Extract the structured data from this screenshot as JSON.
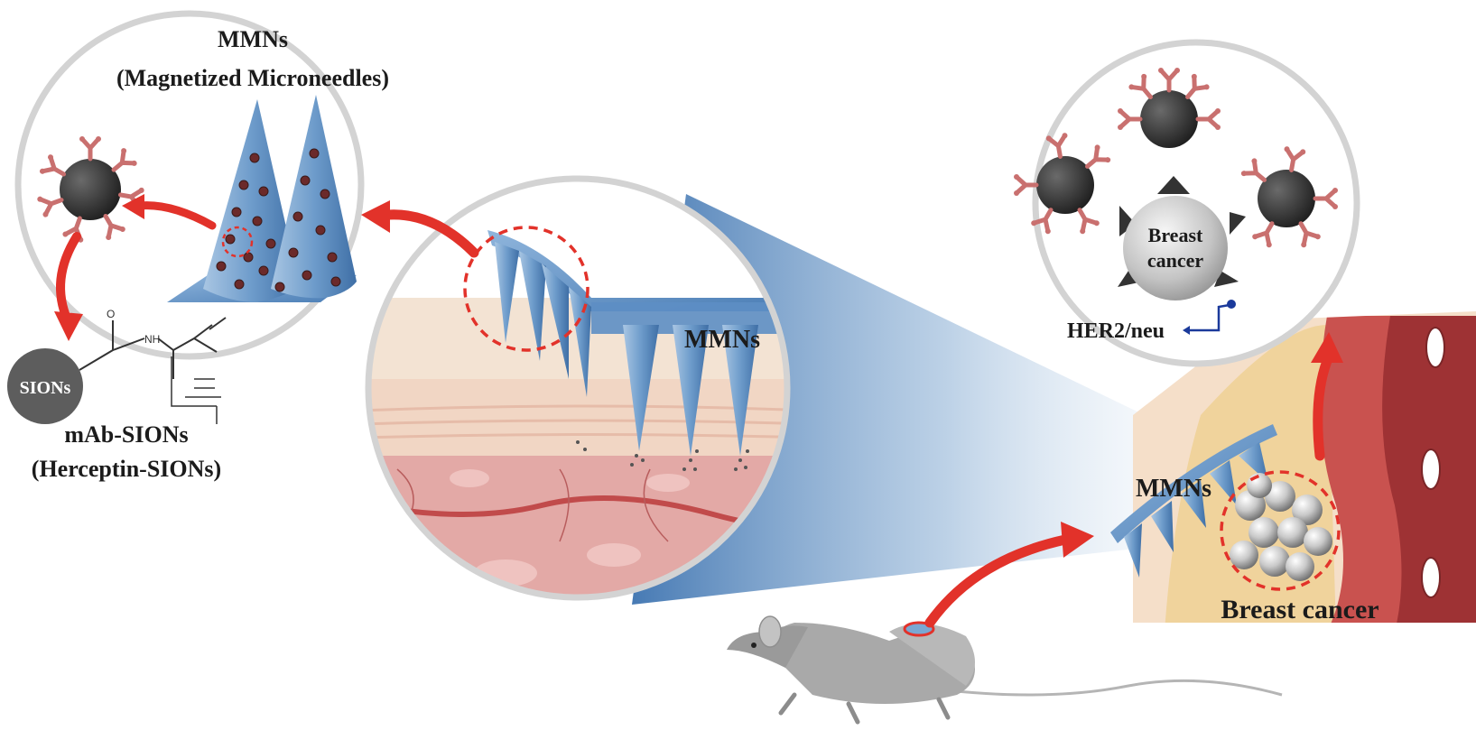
{
  "labels": {
    "mmns_top_line1": "MMNs",
    "mmns_top_line2": "(Magnetized Microneedles)",
    "mmns_skin": "MMNs",
    "mmns_tumor": "MMNs",
    "sions": "SIONs",
    "mab_sions_line1": "mAb-SIONs",
    "mab_sions_line2": "(Herceptin-SIONs)",
    "nh": "NH",
    "o": "O",
    "breast_cancer_cell_line1": "Breast",
    "breast_cancer_cell_line2": "cancer",
    "her2": "HER2/neu",
    "breast_cancer_tumor": "Breast cancer"
  },
  "colors": {
    "arrow_red": "#e2322a",
    "magnifier_ring": "#d3d3d3",
    "needle_blue": "#7aa7d2",
    "needle_dark": "#4f7fb5",
    "antibody_pink": "#c9706f",
    "particle_dark": "#333333",
    "skin_light": "#f1dcc7",
    "skin_pink": "#e8b1ad",
    "tissue_red": "#c9524f",
    "tumor_fill": "#f0d39c",
    "mouse_gray": "#9a9a9a",
    "her2_blue": "#1b3a9b"
  },
  "icons": [
    "antibody-icon",
    "nanoparticle-icon",
    "breast-cancer-cell-icon",
    "mouse-icon",
    "microneedle-icon"
  ]
}
